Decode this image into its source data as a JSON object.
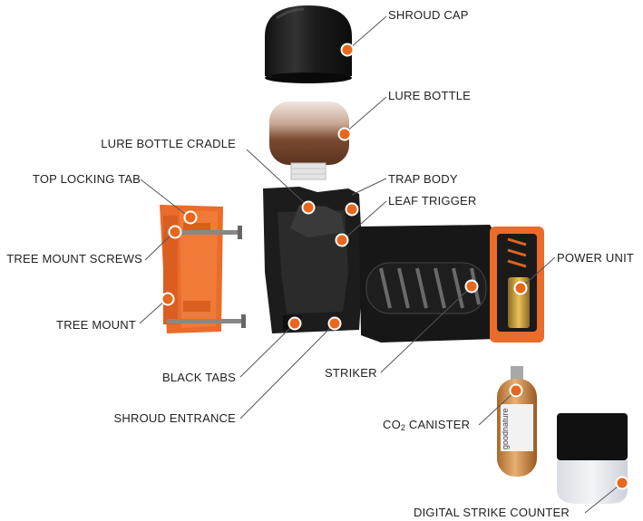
{
  "colors": {
    "accent": "#e8671c",
    "body": "#1c1c1c",
    "mount": "#ea6b2a",
    "leader": "#555555",
    "label": "#222222"
  },
  "labels": {
    "shroud_cap": "SHROUD CAP",
    "lure_bottle": "LURE BOTTLE",
    "lure_bottle_cradle": "LURE BOTTLE CRADLE",
    "trap_body": "TRAP BODY",
    "top_locking_tab": "TOP LOCKING TAB",
    "leaf_trigger": "LEAF TRIGGER",
    "tree_mount_screws": "TREE MOUNT SCREWS",
    "power_unit": "POWER UNIT",
    "tree_mount": "TREE MOUNT",
    "black_tabs": "BLACK TABS",
    "striker": "STRIKER",
    "shroud_entrance": "SHROUD ENTRANCE",
    "co2_prefix": "CO",
    "co2_sub": "2",
    "co2_suffix": " CANISTER",
    "digital_strike_counter": "DIGITAL STRIKE COUNTER"
  },
  "canister_brand": "goodnature"
}
